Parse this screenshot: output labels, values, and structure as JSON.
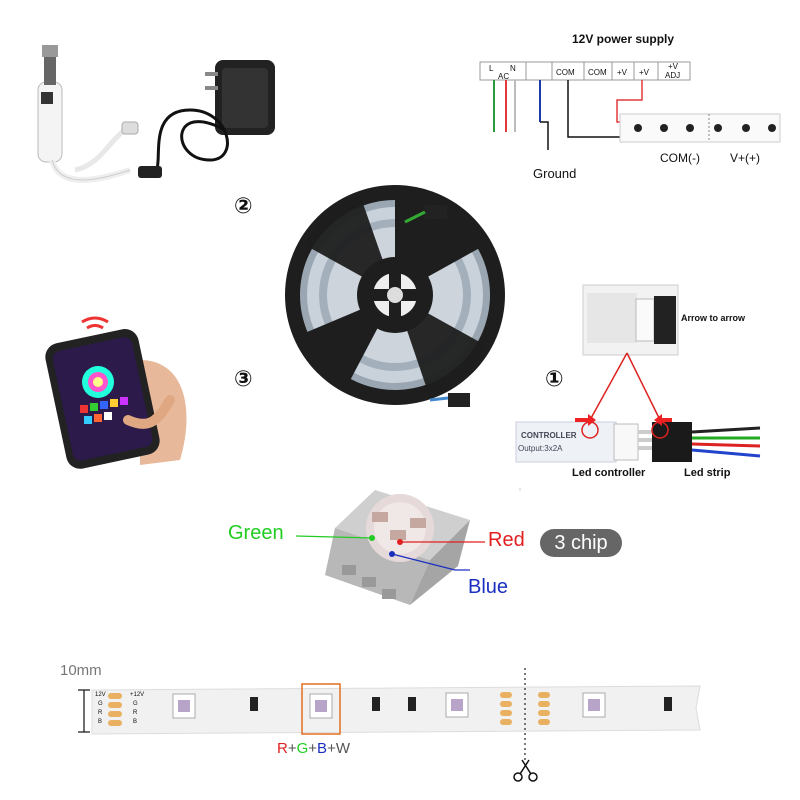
{
  "power": {
    "title": "12V power supply",
    "terminals": [
      "L",
      "N",
      "AC",
      "COM",
      "COM",
      "+V",
      "+V",
      "+V",
      "ADJ"
    ],
    "ground_label": "Ground",
    "com_label": "COM(-)",
    "vplus_label": "V+(+)"
  },
  "steps": {
    "one": "①",
    "two": "②",
    "three": "③"
  },
  "connector": {
    "arrow_note": "Arrow to arrow",
    "controller_text": "CONTROLLER",
    "output_text": "Output:3x2A",
    "led_controller": "Led controller",
    "led_strip": "Led strip"
  },
  "chip": {
    "green": "Green",
    "red": "Red",
    "blue": "Blue",
    "badge": "3 chip",
    "colors": {
      "green": "#22cc22",
      "red": "#e02020",
      "blue": "#1a2fc0"
    }
  },
  "strip": {
    "width_label": "10mm",
    "pad_labels": [
      "12V",
      "G",
      "R",
      "B"
    ],
    "pad_labels_mid": [
      "+12V",
      "G",
      "R",
      "B"
    ],
    "rgbw_r": "R",
    "rgbw_plus1": "+",
    "rgbw_g": "G",
    "rgbw_plus2": "+",
    "rgbw_b": "B",
    "rgbw_plus3": "+",
    "rgbw_w": "W"
  },
  "icons": [
    "controller-icon",
    "power-adapter-icon",
    "phone-app-icon",
    "led-reel-icon",
    "scissors-icon",
    "rgb-led-chip-icon"
  ]
}
